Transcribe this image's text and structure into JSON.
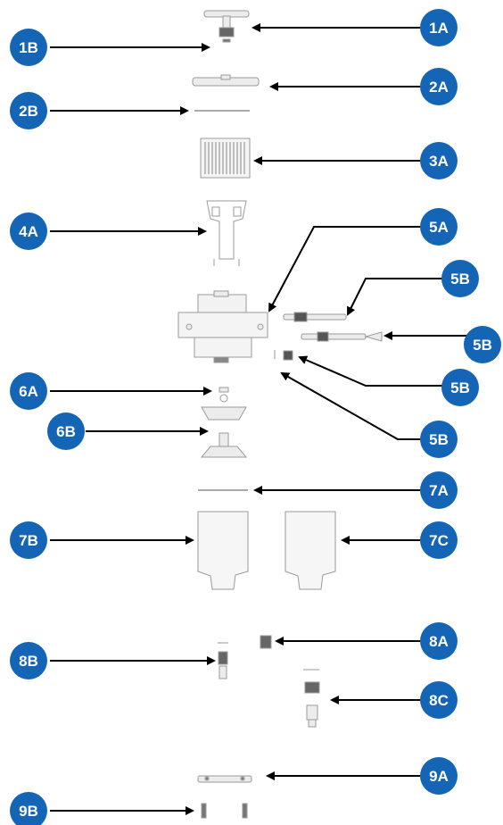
{
  "labels": {
    "1A": "1A",
    "1B": "1B",
    "2A": "2A",
    "2B": "2B",
    "3A": "3A",
    "4A": "4A",
    "5A": "5A",
    "5B_1": "5B",
    "5B_2": "5B",
    "5B_3": "5B",
    "5B_4": "5B",
    "6A": "6A",
    "6B": "6B",
    "7A": "7A",
    "7B": "7B",
    "7C": "7C",
    "8A": "8A",
    "8B": "8B",
    "8C": "8C",
    "9A": "9A",
    "9B": "9B"
  },
  "colors": {
    "badge": "#1565b7",
    "arrow": "#000000",
    "part_stroke": "#9a9a9a",
    "part_fill": "#e8e8e8"
  }
}
